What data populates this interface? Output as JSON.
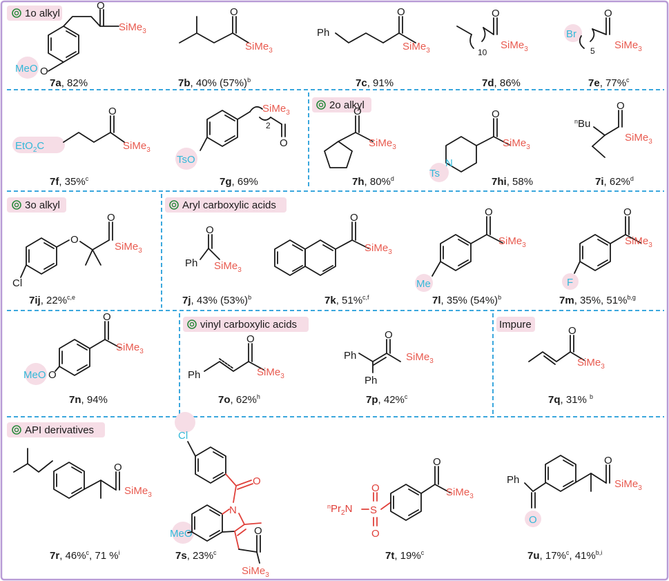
{
  "colors": {
    "border": "#b89bd6",
    "divider": "#3aa7dd",
    "silyl": "#e85a4f",
    "highlight": "#33b8d8",
    "label_bg": "#f6dde6"
  },
  "sections": {
    "primary": "1o alkyl",
    "secondary": "2o alkyl",
    "tertiary": "3o alkyl",
    "aryl": "Aryl carboxylic acids",
    "vinyl": "vinyl carboxylic acids",
    "impure": "Impure",
    "api": "API derivatives"
  },
  "compounds": [
    {
      "id": "7a",
      "yield": ", 82%"
    },
    {
      "id": "7b",
      "yield": ", 40% (57%)",
      "sup": "b"
    },
    {
      "id": "7c",
      "yield": ", 91%"
    },
    {
      "id": "7d",
      "yield": ", 86%"
    },
    {
      "id": "7e",
      "yield": ", 77%",
      "sup": "c"
    },
    {
      "id": "7f",
      "yield": ", 35%",
      "sup": "c"
    },
    {
      "id": "7g",
      "yield": ", 69%"
    },
    {
      "id": "7h",
      "yield": ", 80%",
      "sup": "d"
    },
    {
      "id": "7hi",
      "yield": ", 58%"
    },
    {
      "id": "7i",
      "yield": ", 62%",
      "sup": "d"
    },
    {
      "id": "7ij",
      "yield": ", 22%",
      "sup": "c,e"
    },
    {
      "id": "7j",
      "yield": ", 43% (53%)",
      "sup": "b"
    },
    {
      "id": "7k",
      "yield": ", 51%",
      "sup": "c,f"
    },
    {
      "id": "7l",
      "yield": ", 35% (54%)",
      "sup": "b"
    },
    {
      "id": "7m",
      "yield": ", 35%, 51%",
      "sup": "b,g"
    },
    {
      "id": "7n",
      "yield": ", 94%"
    },
    {
      "id": "7o",
      "yield": ", 62%",
      "sup": "h"
    },
    {
      "id": "7p",
      "yield": ", 42%",
      "sup": "c"
    },
    {
      "id": "7q",
      "yield": ", 31% ",
      "sup": "b"
    },
    {
      "id": "7r",
      "yield": ", 46%",
      "sup": "c",
      "yield2": ", 71 %",
      "sup2": "i"
    },
    {
      "id": "7s",
      "yield": ", 23%",
      "sup": "c"
    },
    {
      "id": "7t",
      "yield": ", 19%",
      "sup": "c"
    },
    {
      "id": "7u",
      "yield": ", 17%",
      "sup": "c",
      "yield2": ", 41%",
      "sup2": "b,i"
    }
  ],
  "atoms": {
    "silyl": "SiMe",
    "silyl_sub": "3",
    "oxygen": "O",
    "methoxy": "MeO",
    "phenyl": "Ph",
    "bromo": "Br",
    "chloro": "Cl",
    "fluoro": "F",
    "methyl": "Me",
    "tosyloxy": "TsO",
    "tosyl": "Ts",
    "nitrogen": "N",
    "ester": "EtO",
    "ester_tail": "C",
    "ester_sub": "2",
    "nbu_sup": "n",
    "nbu": "Bu",
    "sulfur": "S",
    "npr_sup": "n",
    "npr": "Pr",
    "npr_sub": "2",
    "npr_n": "N",
    "chain10": "10",
    "chain5": "5",
    "chain2": "2"
  }
}
